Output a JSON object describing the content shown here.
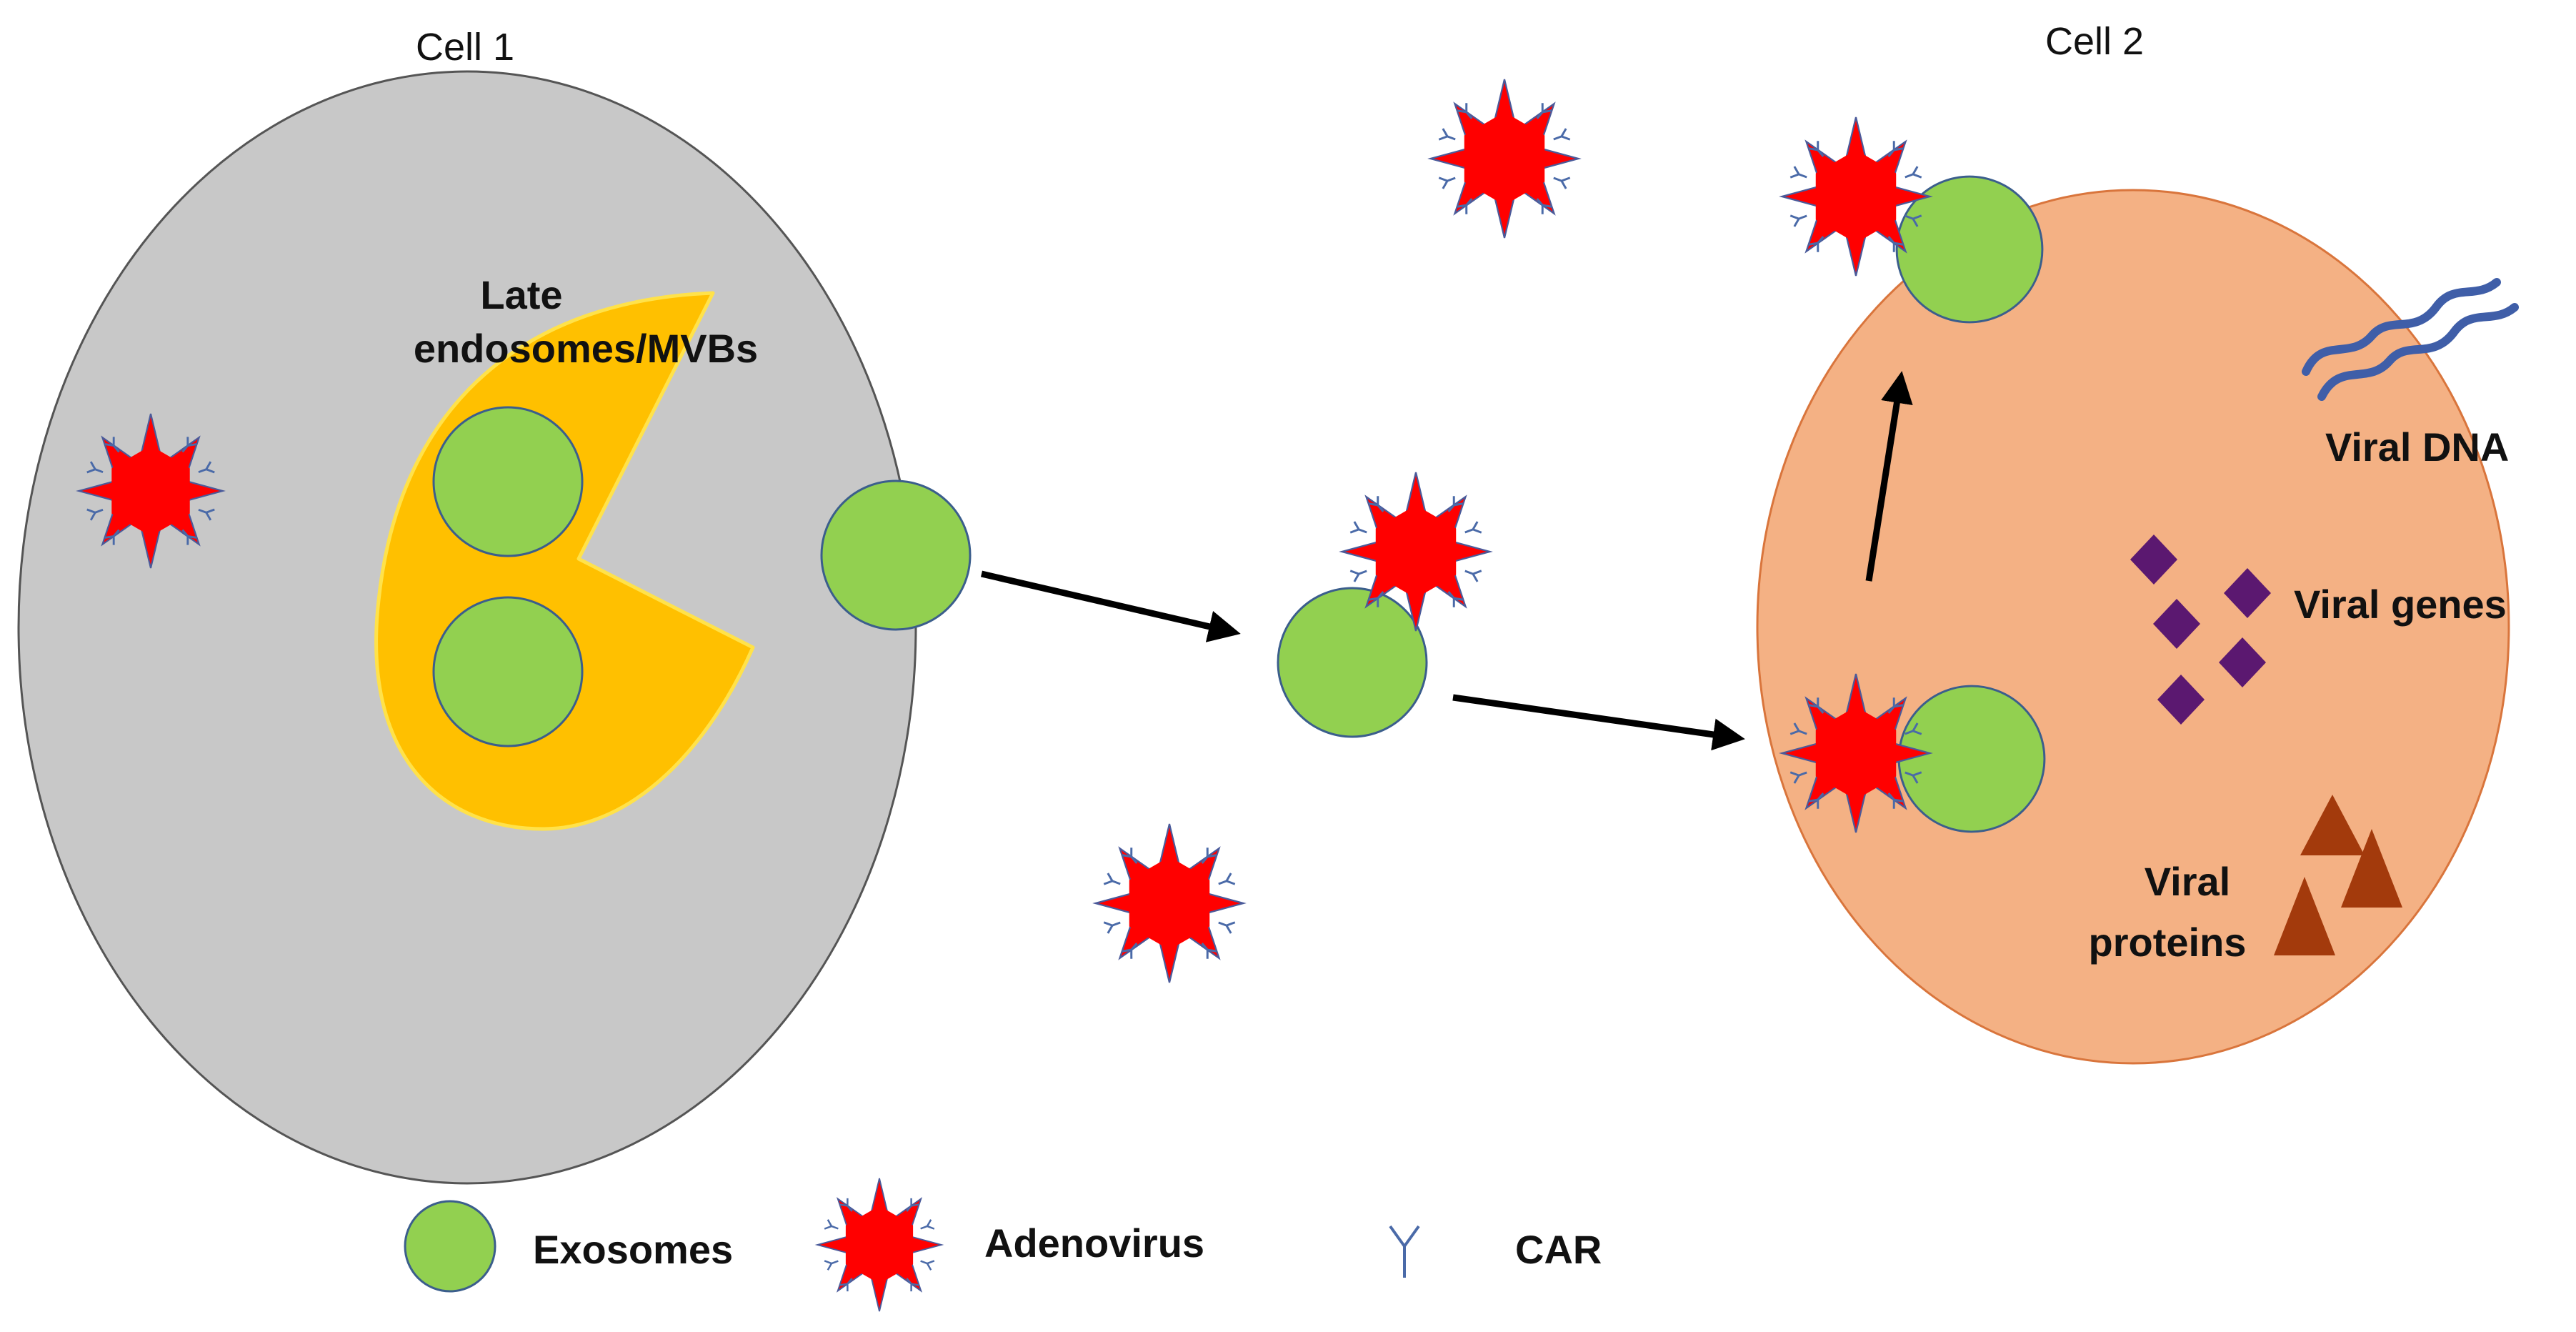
{
  "labels": {
    "cell1": "Cell 1",
    "cell2": "Cell 2",
    "late_endosomes_line1": "Late",
    "late_endosomes_line2": "endosomes/MVBs",
    "viral_dna": "Viral DNA",
    "viral_genes": "Viral genes",
    "viral_proteins_line1": "Viral",
    "viral_proteins_line2": "proteins"
  },
  "legend": {
    "exosomes": "Exosomes",
    "adenovirus": "Adenovirus",
    "car": "CAR"
  },
  "colors": {
    "cell1_fill": "#c8c8c8",
    "cell2_fill": "#f4b184",
    "cell2_stroke": "#d9753c",
    "endosome_fill": "#ffc000",
    "endosome_stroke": "#ffe24a",
    "exosome_fill": "#92d050",
    "exosome_stroke": "#3b5e8c",
    "virus_fill": "#ff0000",
    "virus_stroke": "#4a5a9a",
    "car_stroke": "#4a6aa8",
    "dna_stroke": "#3f5ea8",
    "gene_fill": "#5b1870",
    "protein_fill": "#a33a0c",
    "arrow": "#000000"
  },
  "icons": [
    "exosome-icon",
    "adenovirus-icon",
    "car-receptor-icon",
    "viral-dna-icon",
    "viral-gene-icon",
    "viral-protein-icon",
    "arrow-icon"
  ]
}
